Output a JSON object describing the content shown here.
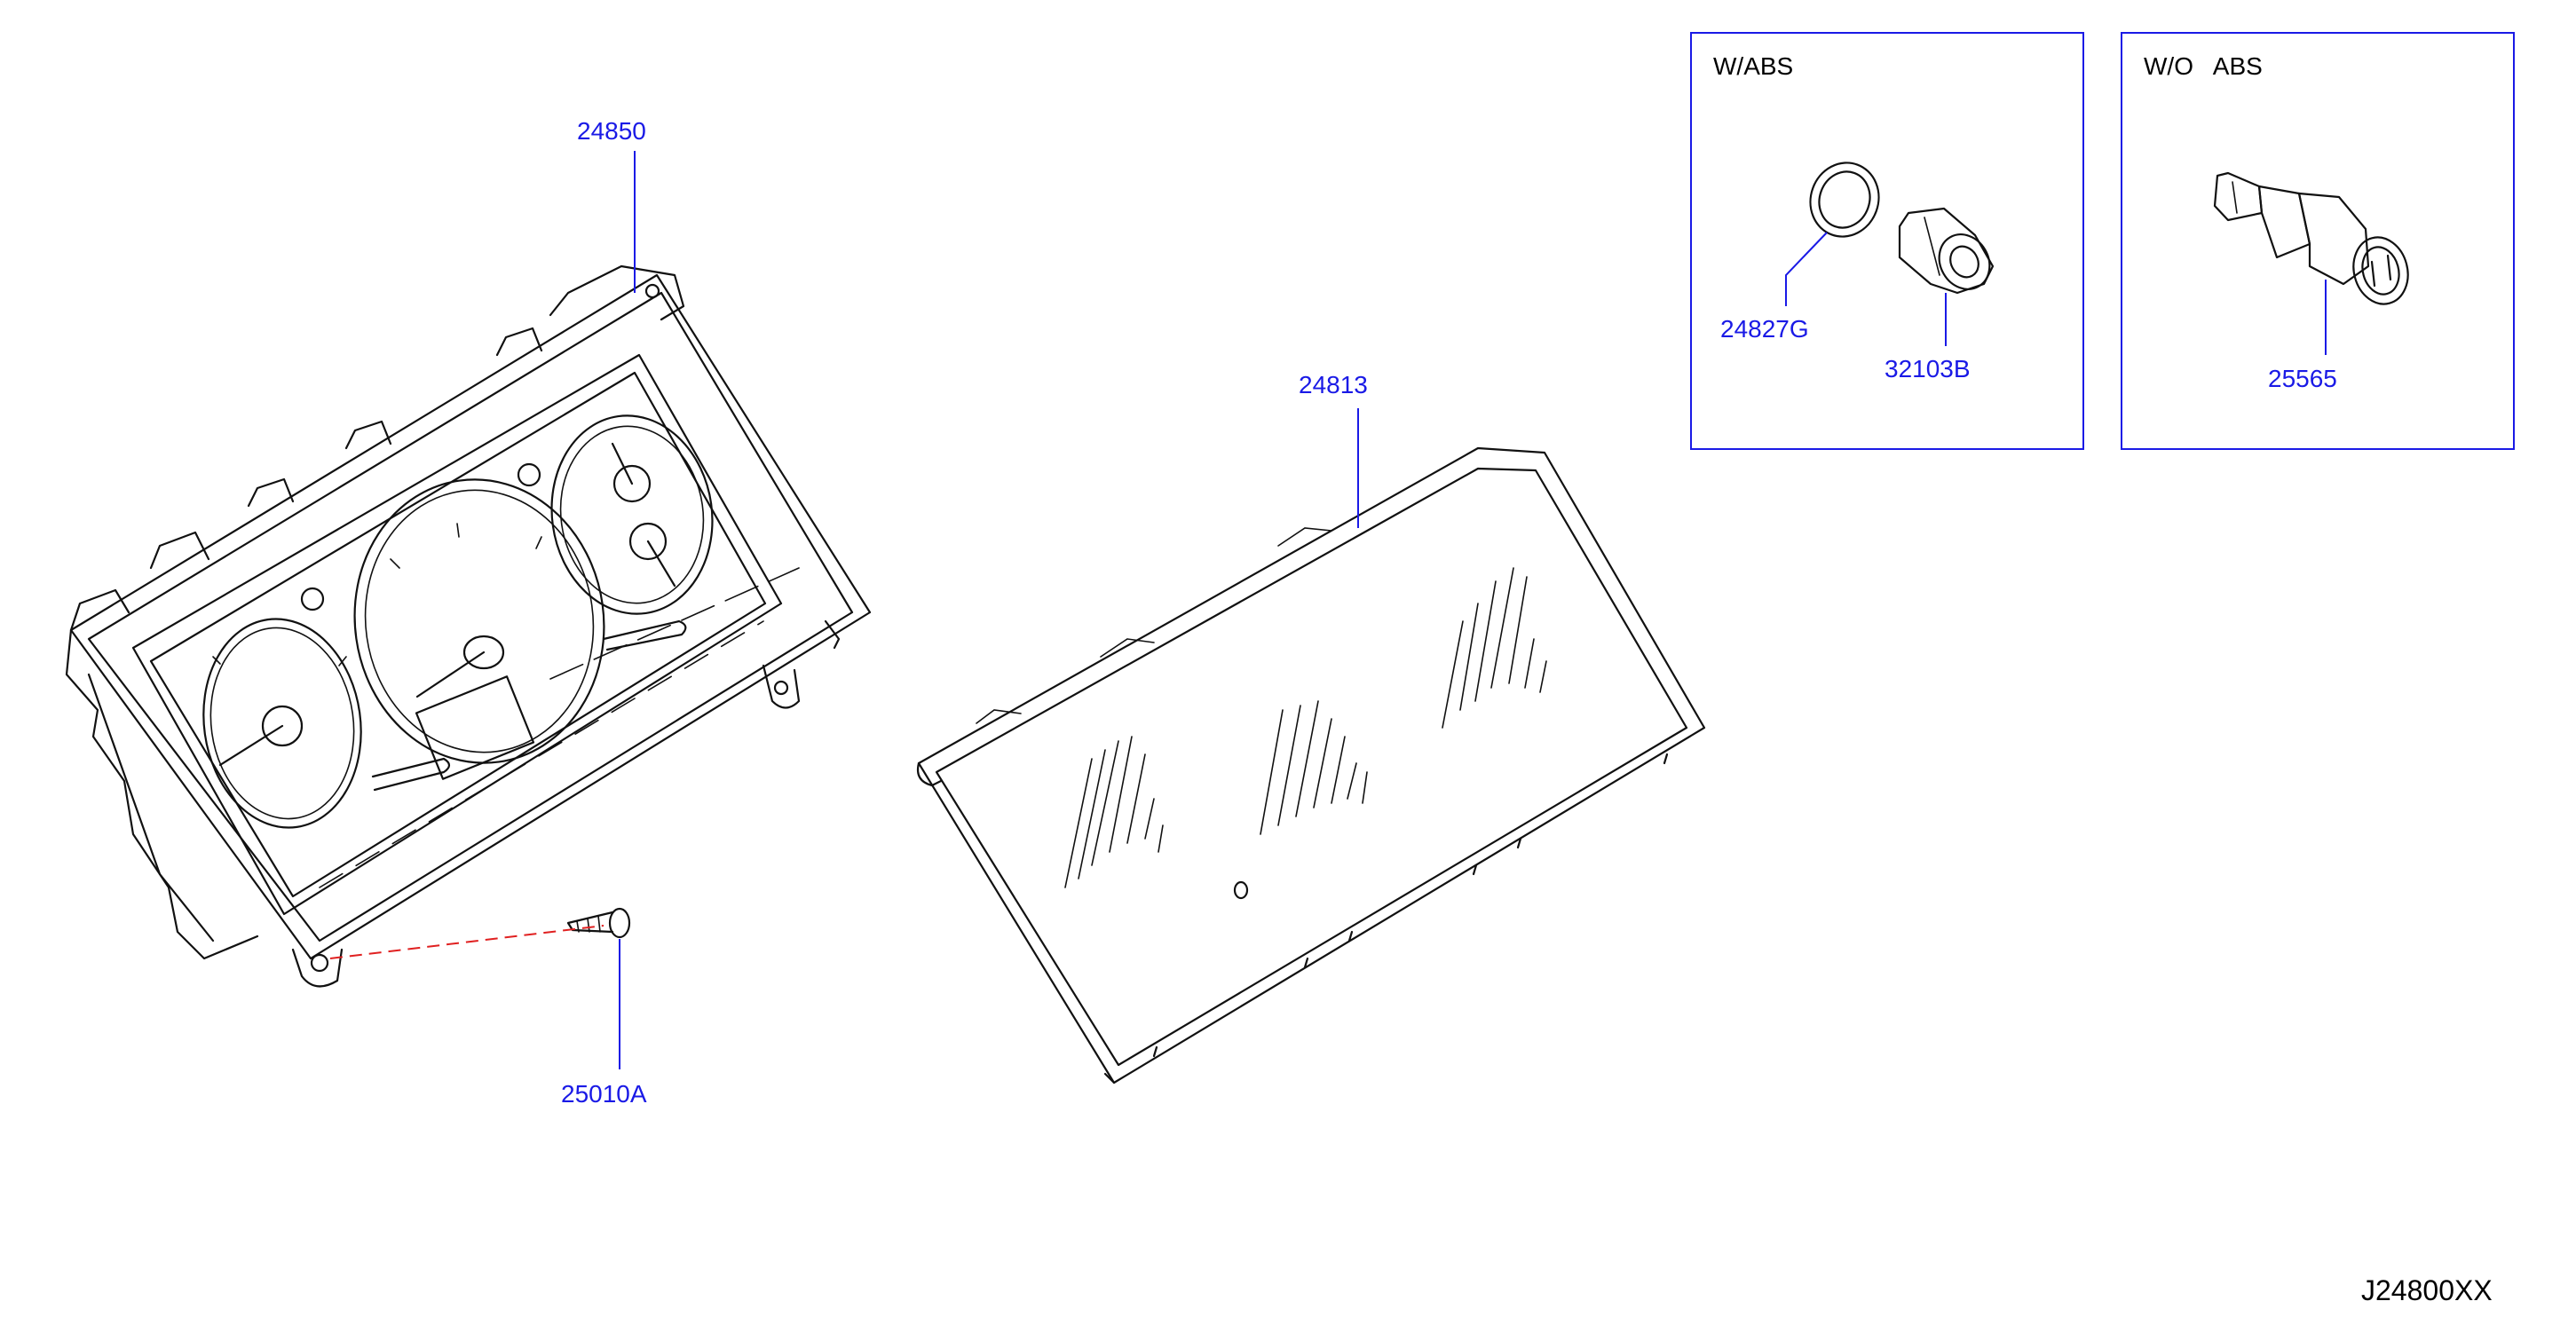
{
  "callouts": {
    "cluster": "24850",
    "lens": "24813",
    "screw": "25010A",
    "o_ring": "24827G",
    "sensor_abs": "32103B",
    "sensor_no_abs": "25565"
  },
  "boxes": {
    "with_abs_title": "W/ABS",
    "without_abs_title": "W/O   ABS"
  },
  "diagram_code": "J24800XX",
  "colors": {
    "callout": "#1a1ae6",
    "box_frame": "#1a1ae6",
    "screw_hole_line": "#e02020",
    "linework": "#111111"
  }
}
